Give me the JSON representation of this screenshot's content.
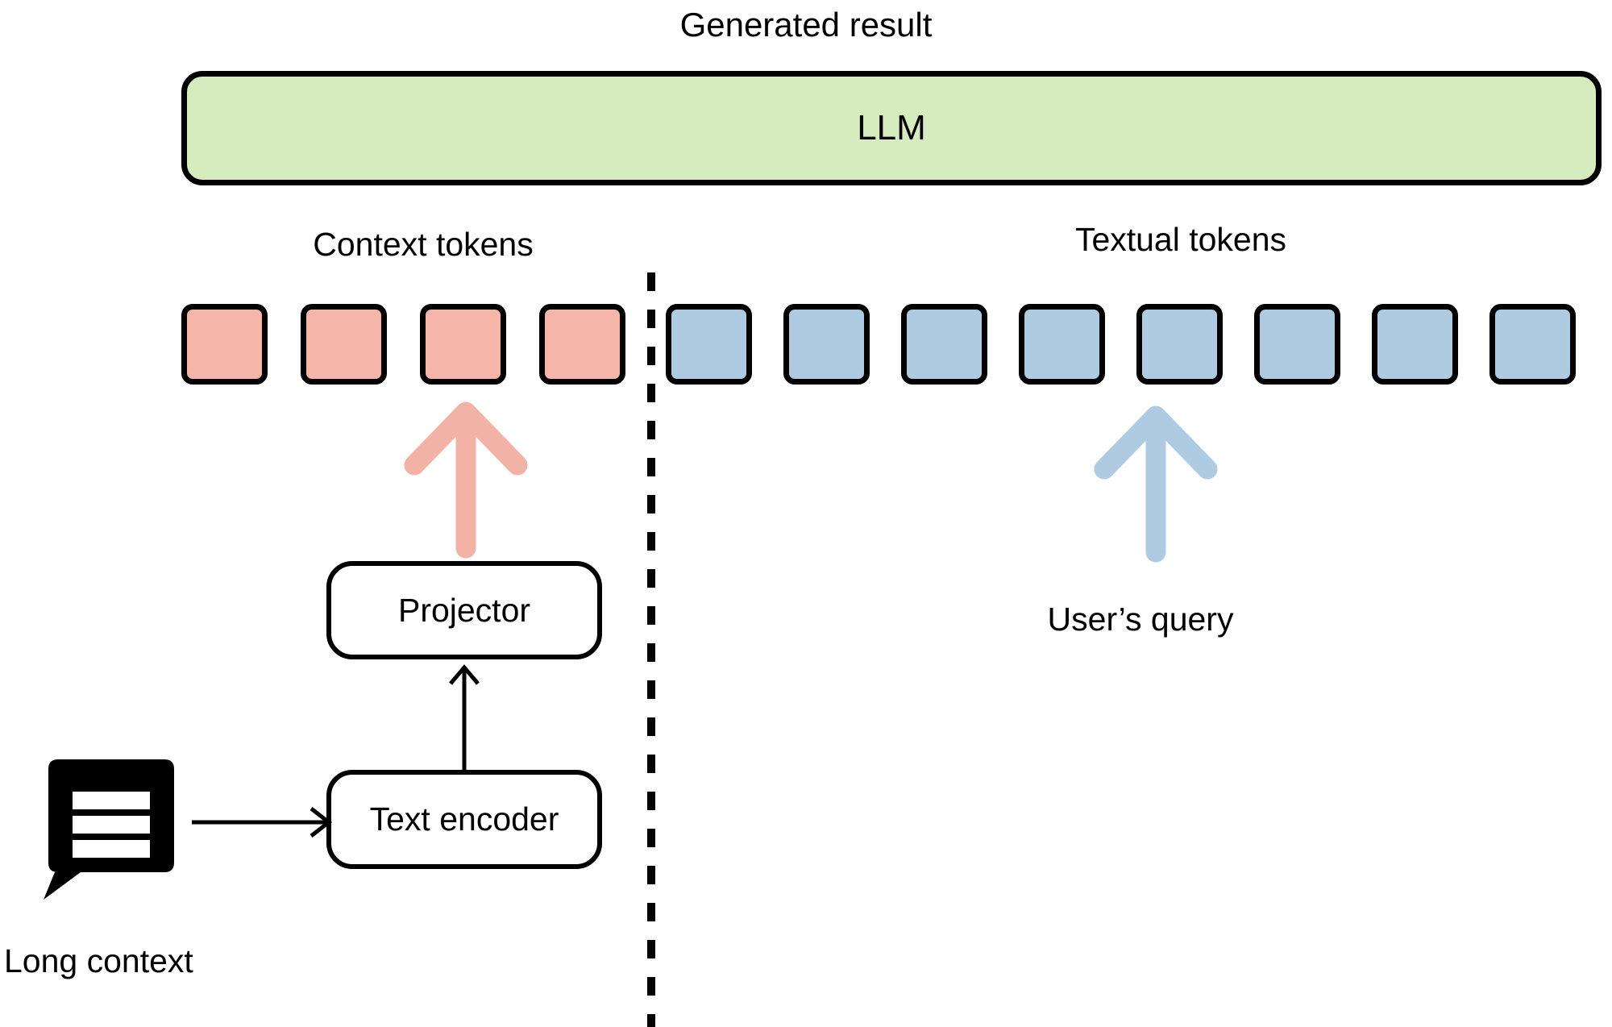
{
  "diagram": {
    "title": "Generated result",
    "model": {
      "label": "LLM",
      "fill_color": "#d7ecbe",
      "border_color": "#000000"
    },
    "sections": {
      "left_label": "Context tokens",
      "right_label": "Textual tokens"
    },
    "tokens": {
      "context": {
        "label": "Context tokens",
        "count": 4,
        "color": "#f5b5a8",
        "items": [
          "",
          "",
          "",
          ""
        ]
      },
      "textual": {
        "label": "Textual tokens",
        "count": 8,
        "color": "#aecbe2",
        "items": [
          "",
          "",
          "",
          "",
          "",
          "",
          "",
          ""
        ]
      }
    },
    "blocks": {
      "projector": "Projector",
      "text_encoder": "Text encoder"
    },
    "arrows": {
      "projector_to_tokens_color": "#f3b2a6",
      "query_to_tokens_color": "#aecbe2",
      "encoder_to_projector_color": "#000000",
      "input_to_encoder_color": "#000000"
    },
    "inputs": {
      "long_context": "Long context",
      "users_query": "User’s query",
      "long_context_icon": "speech-bubble-lines-icon"
    },
    "divider": {
      "style": "dashed",
      "color": "#000000"
    }
  }
}
